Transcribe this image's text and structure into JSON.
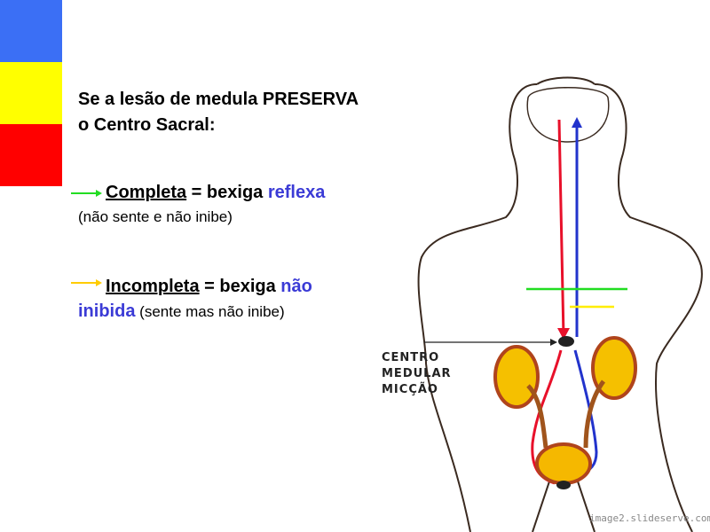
{
  "colors": {
    "bar_blue": "#3b6ff5",
    "bar_yellow": "#ffff00",
    "bar_red": "#ff0000",
    "accent_blue": "#3b3bd6",
    "arrow_green": "#22dd22",
    "arrow_yellow": "#ffcc00"
  },
  "title": {
    "line1": "Se a lesão de medula PRESERVA",
    "line2": "o Centro Sacral:"
  },
  "item1": {
    "term": "Completa",
    "eq": " = bexiga ",
    "result": "reflexa",
    "note": "(não sente e não inibe)"
  },
  "item2": {
    "term": "Incompleta",
    "eq": " = bexiga ",
    "result1": "não",
    "result2": "inibida",
    "note": " (sente mas não inibe)"
  },
  "diagram": {
    "label1": "CENTRO",
    "label2": "MEDULAR",
    "label3": "MICÇÃO"
  },
  "watermark": "image2.slideserve.com"
}
